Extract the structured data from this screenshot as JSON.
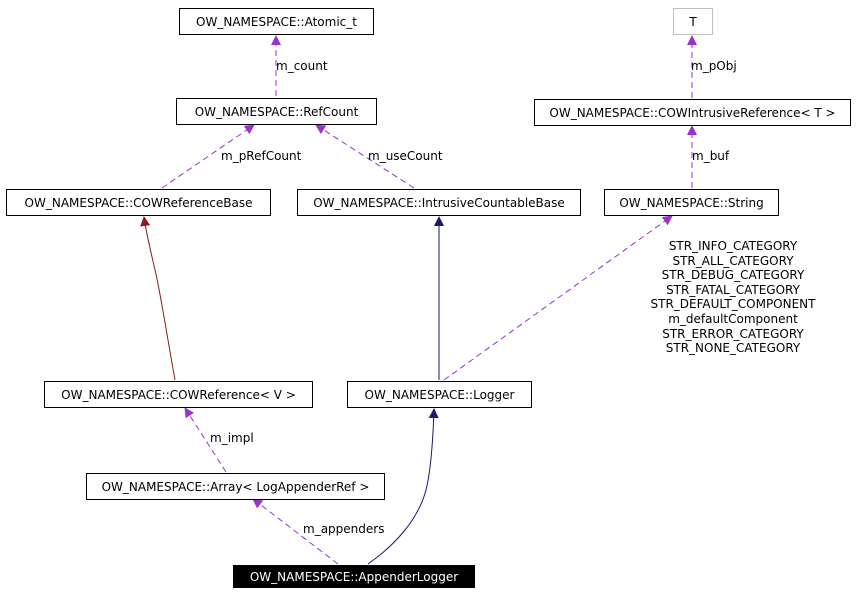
{
  "nodes": {
    "atomic": "OW_NAMESPACE::Atomic_t",
    "t": "T",
    "refcount": "OW_NAMESPACE::RefCount",
    "cowintrusive": "OW_NAMESPACE::COWIntrusiveReference< T >",
    "cowrefbase": "OW_NAMESPACE::COWReferenceBase",
    "intrusive": "OW_NAMESPACE::IntrusiveCountableBase",
    "string": "OW_NAMESPACE::String",
    "cowref": "OW_NAMESPACE::COWReference< V >",
    "logger": "OW_NAMESPACE::Logger",
    "array": "OW_NAMESPACE::Array< LogAppenderRef >",
    "appender": "OW_NAMESPACE::AppenderLogger"
  },
  "edge_labels": {
    "m_count": "m_count",
    "m_pObj": "m_pObj",
    "m_pRefCount": "m_pRefCount",
    "m_useCount": "m_useCount",
    "m_buf": "m_buf",
    "m_impl": "m_impl",
    "m_appenders": "m_appenders",
    "string_members": [
      "STR_INFO_CATEGORY",
      "STR_ALL_CATEGORY",
      "STR_DEBUG_CATEGORY",
      "STR_FATAL_CATEGORY",
      "STR_DEFAULT_COMPONENT",
      "m_defaultComponent",
      "STR_ERROR_CATEGORY",
      "STR_NONE_CATEGORY"
    ]
  },
  "colors": {
    "usage": "#9a32cd",
    "inherit_public": "#191970",
    "inherit_protected": "#8b1a1a",
    "focus_fill": "#000000",
    "gray_border": "#bfbfbf"
  }
}
